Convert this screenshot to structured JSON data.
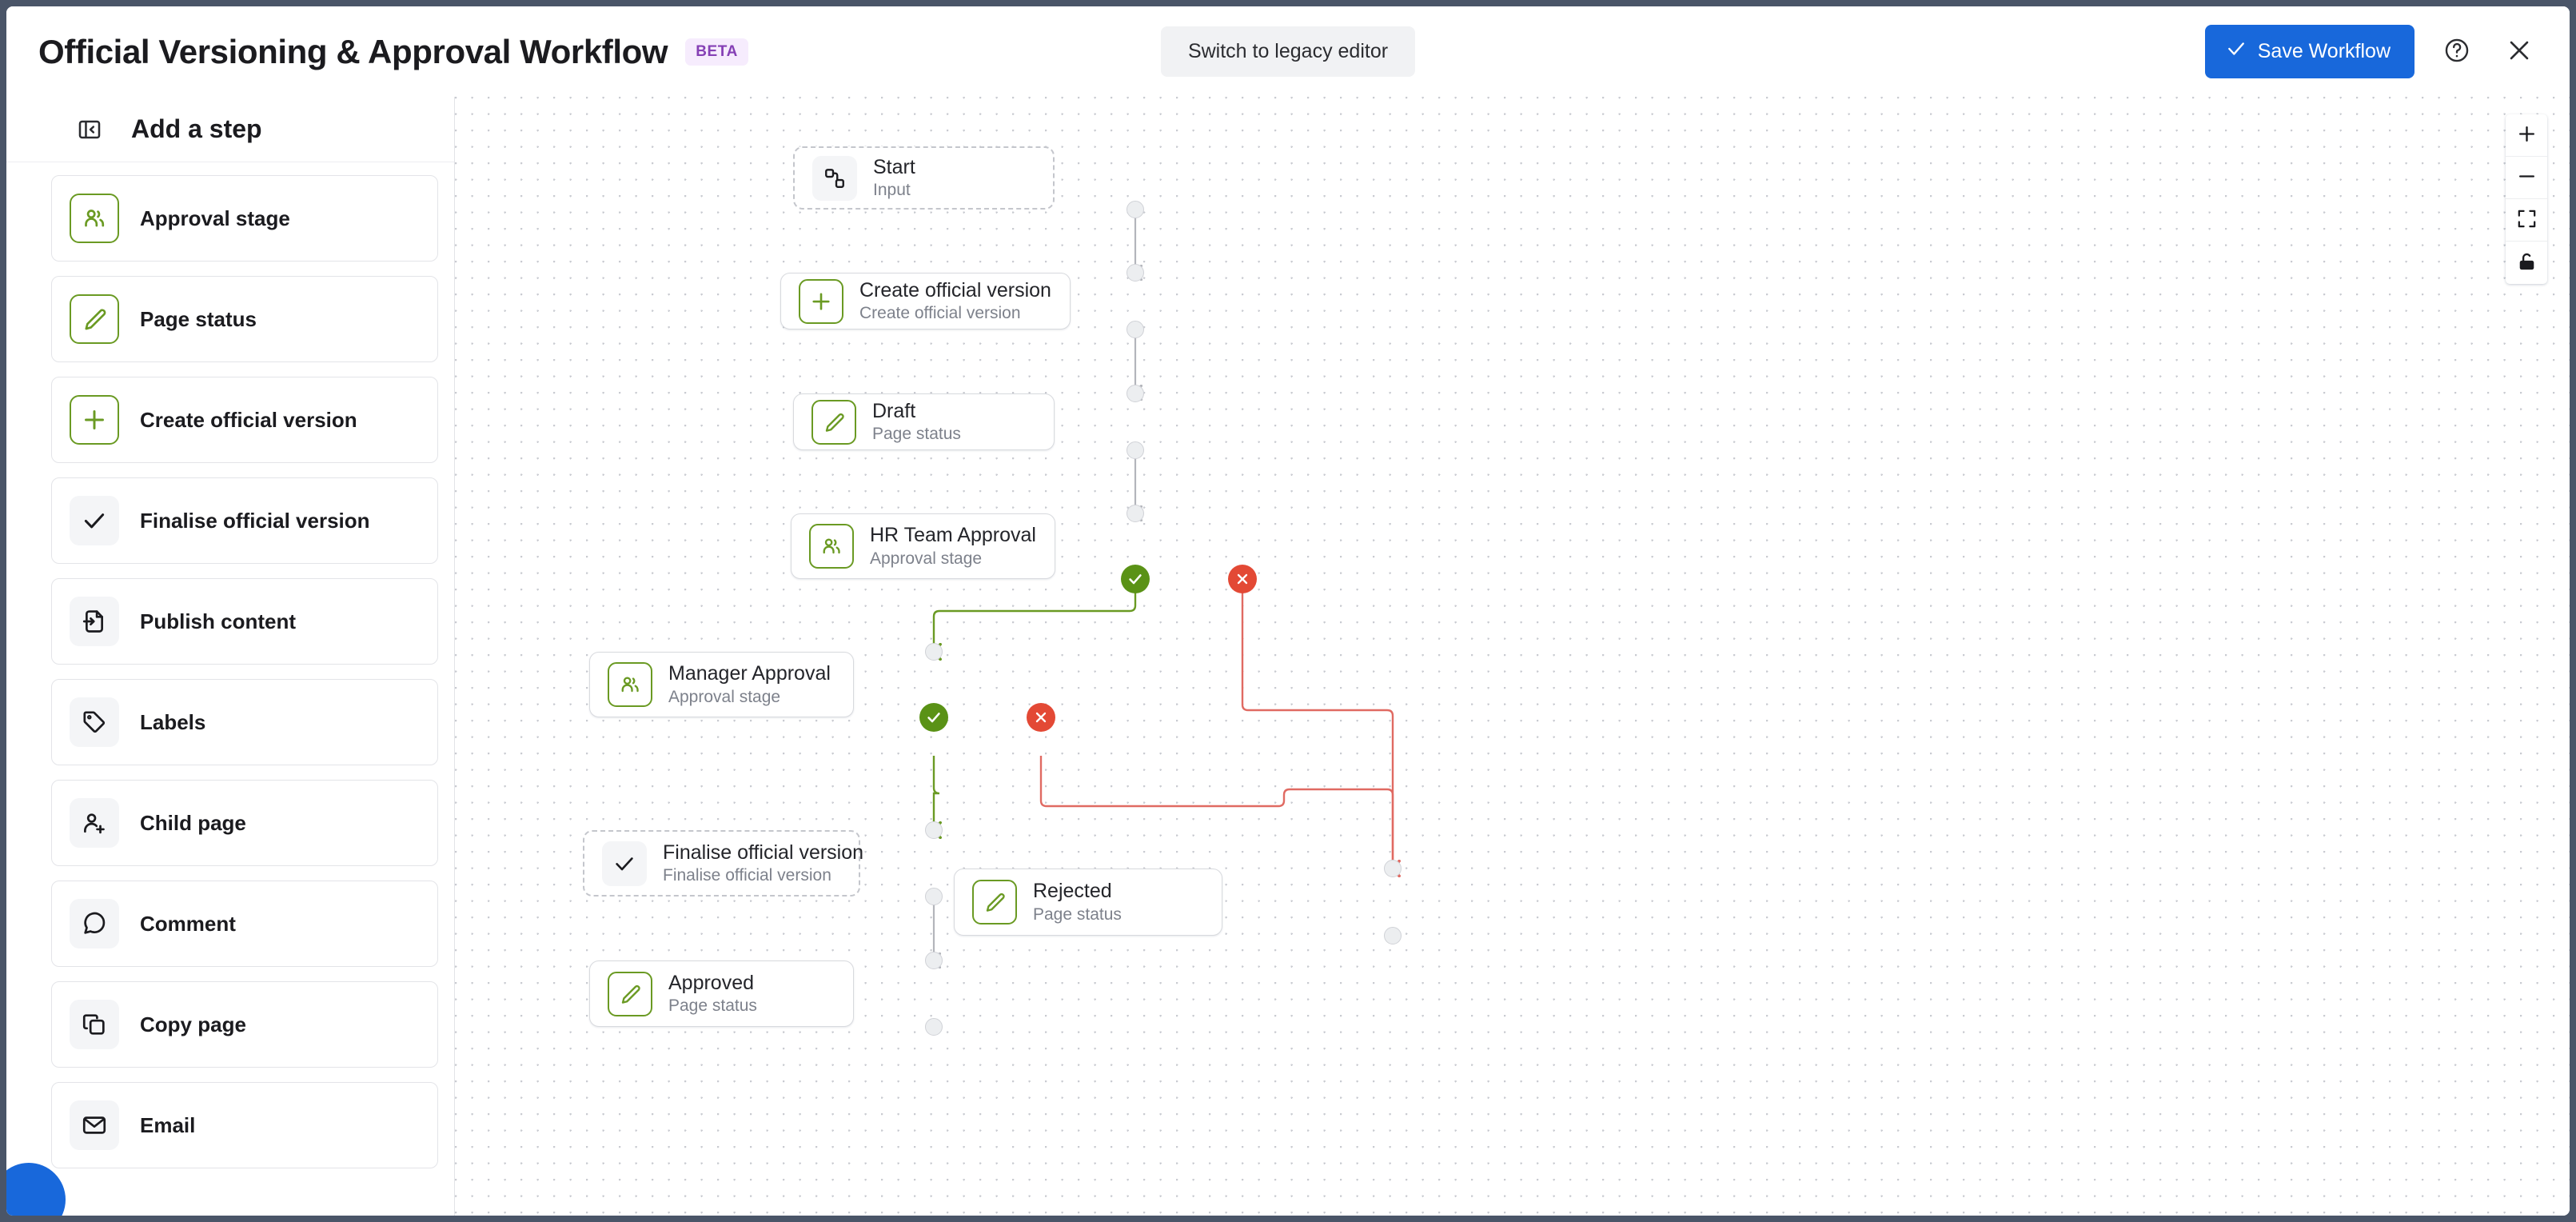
{
  "header": {
    "title": "Official Versioning & Approval Workflow",
    "badge": "BETA",
    "legacy_button": "Switch to legacy editor",
    "save_button": "Save Workflow",
    "help_icon": "help-circle-icon",
    "close_icon": "close-icon",
    "accent_color": "#1868db",
    "badge_bg": "#f6ecfd",
    "badge_fg": "#8540b5"
  },
  "sidebar": {
    "title": "Add a step",
    "collapse_icon": "panel-collapse-icon",
    "items": [
      {
        "label": "Approval stage",
        "icon": "people-icon",
        "style": "green"
      },
      {
        "label": "Page status",
        "icon": "pencil-icon",
        "style": "green"
      },
      {
        "label": "Create official version",
        "icon": "plus-icon",
        "style": "green"
      },
      {
        "label": "Finalise official version",
        "icon": "check-icon",
        "style": "grey"
      },
      {
        "label": "Publish content",
        "icon": "publish-icon",
        "style": "grey"
      },
      {
        "label": "Labels",
        "icon": "tag-icon",
        "style": "grey"
      },
      {
        "label": "Child page",
        "icon": "person-add-icon",
        "style": "grey"
      },
      {
        "label": "Comment",
        "icon": "comment-icon",
        "style": "grey"
      },
      {
        "label": "Copy page",
        "icon": "copy-icon",
        "style": "grey"
      },
      {
        "label": "Email",
        "icon": "envelope-icon",
        "style": "grey"
      }
    ]
  },
  "canvas": {
    "zoom_controls": [
      {
        "name": "zoom-in-button",
        "icon": "plus-icon"
      },
      {
        "name": "zoom-out-button",
        "icon": "minus-icon"
      },
      {
        "name": "fit-view-button",
        "icon": "fit-screen-icon"
      },
      {
        "name": "lock-button",
        "icon": "unlock-icon"
      }
    ],
    "nodes": [
      {
        "id": "start",
        "title": "Start",
        "subtitle": "Input",
        "icon": "nodes-icon",
        "style": "grey",
        "border": "dashed"
      },
      {
        "id": "create",
        "title": "Create official version",
        "subtitle": "Create official version",
        "icon": "plus-icon",
        "style": "green",
        "border": "solid"
      },
      {
        "id": "draft",
        "title": "Draft",
        "subtitle": "Page status",
        "icon": "pencil-icon",
        "style": "green",
        "border": "solid"
      },
      {
        "id": "hr",
        "title": "HR Team Approval",
        "subtitle": "Approval stage",
        "icon": "people-icon",
        "style": "green",
        "border": "solid"
      },
      {
        "id": "manager",
        "title": "Manager Approval",
        "subtitle": "Approval stage",
        "icon": "people-icon",
        "style": "green",
        "border": "solid"
      },
      {
        "id": "finalise",
        "title": "Finalise official version",
        "subtitle": "Finalise official version",
        "icon": "check-icon",
        "style": "grey",
        "border": "dashed"
      },
      {
        "id": "approved",
        "title": "Approved",
        "subtitle": "Page status",
        "icon": "pencil-icon",
        "style": "green",
        "border": "solid"
      },
      {
        "id": "rejected",
        "title": "Rejected",
        "subtitle": "Page status",
        "icon": "pencil-icon",
        "style": "green",
        "border": "solid"
      }
    ],
    "edge_colors": {
      "default": "#b3b5bb",
      "approve": "#6a9a23",
      "reject": "#e06a62"
    }
  }
}
